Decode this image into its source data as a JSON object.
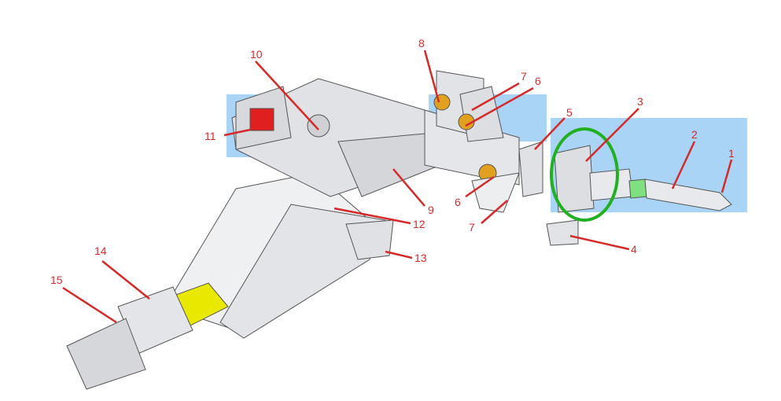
{
  "diagram": {
    "callouts": [
      "1",
      "2",
      "3",
      "4",
      "5",
      "6",
      "7",
      "8",
      "9",
      "10",
      "11",
      "12",
      "13",
      "14",
      "15",
      "6",
      "7"
    ],
    "colors": {
      "label": "#d42a2a",
      "highlight": "#22b022",
      "background_patch": "#a9d4f5",
      "lens": "#e0a020",
      "sleeve": "#e6e600",
      "body": "#d8dadd"
    }
  }
}
